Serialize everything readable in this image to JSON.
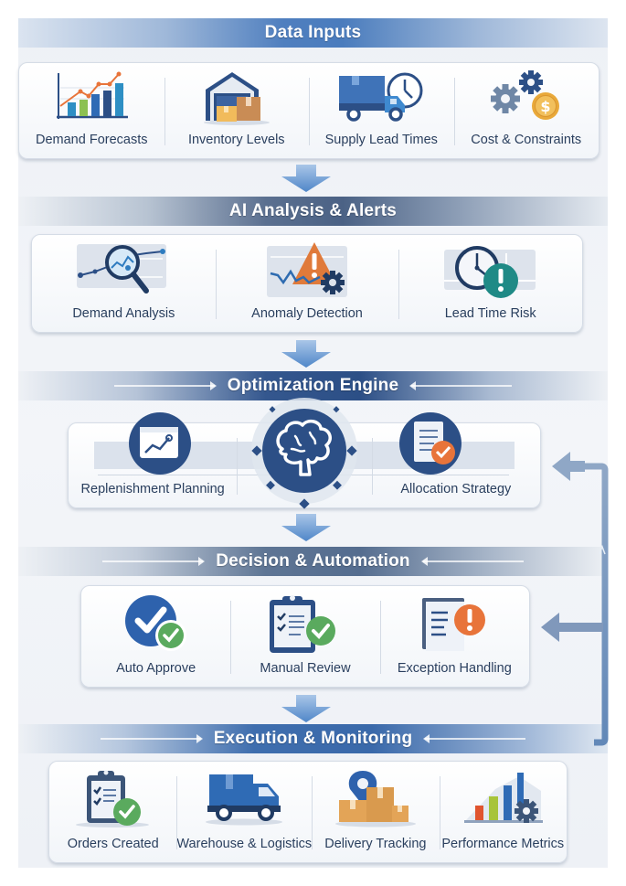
{
  "diagram": {
    "stages": [
      {
        "title": "Data Inputs",
        "items": [
          {
            "label": "Demand Forecasts",
            "icon": "bar-chart-trend-icon"
          },
          {
            "label": "Inventory Levels",
            "icon": "warehouse-boxes-icon"
          },
          {
            "label": "Supply Lead Times",
            "icon": "truck-clock-icon"
          },
          {
            "label": "Cost & Constraints",
            "icon": "gears-dollar-icon"
          }
        ]
      },
      {
        "title": "AI Analysis & Alerts",
        "items": [
          {
            "label": "Demand Analysis",
            "icon": "magnifier-chart-icon"
          },
          {
            "label": "Anomaly Detection",
            "icon": "warning-gear-icon"
          },
          {
            "label": "Lead Time Risk",
            "icon": "clock-alert-icon"
          }
        ]
      },
      {
        "title": "Optimization Engine",
        "items": [
          {
            "label": "Replenishment Planning",
            "icon": "chart-window-icon"
          },
          {
            "label": "",
            "icon": "brain-icon"
          },
          {
            "label": "Allocation Strategy",
            "icon": "document-check-icon"
          }
        ]
      },
      {
        "title": "Decision & Automation",
        "items": [
          {
            "label": "Auto Approve",
            "icon": "double-check-icon"
          },
          {
            "label": "Manual Review",
            "icon": "clipboard-check-icon"
          },
          {
            "label": "Exception Handling",
            "icon": "document-alert-icon"
          }
        ]
      },
      {
        "title": "Execution & Monitoring",
        "items": [
          {
            "label": "Orders Created",
            "icon": "clipboard-check-icon"
          },
          {
            "label": "Warehouse & Logistics",
            "icon": "truck-icon"
          },
          {
            "label": "Delivery Tracking",
            "icon": "location-boxes-icon"
          },
          {
            "label": "Performance Metrics",
            "icon": "bar-chart-gear-icon"
          }
        ]
      }
    ],
    "feedback_loop": {
      "from": "Execution & Monitoring",
      "to": [
        "Decision & Automation",
        "Optimization Engine"
      ]
    },
    "colors": {
      "navy": "#2c4f86",
      "blue": "#3f73b8",
      "green": "#5aaa5e",
      "orange": "#e8743a",
      "teal": "#1f8a86",
      "gold": "#e9b245",
      "box": "#d9a25a",
      "text": "#2a3f5e"
    }
  }
}
